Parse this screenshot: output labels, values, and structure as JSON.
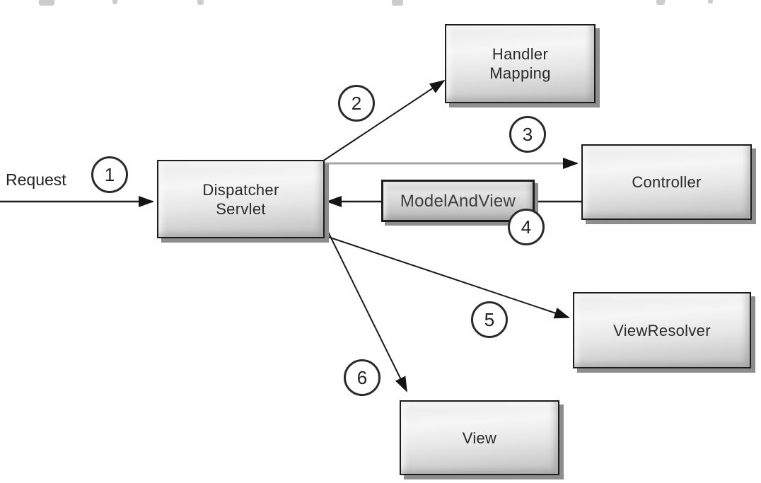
{
  "diagram": {
    "description": "Spring MVC DispatcherServlet request-processing flow diagram",
    "request_label": "Request",
    "nodes": [
      {
        "id": "dispatcher-servlet",
        "label": "Dispatcher\nServlet"
      },
      {
        "id": "handler-mapping",
        "label": "Handler\nMapping"
      },
      {
        "id": "controller",
        "label": "Controller"
      },
      {
        "id": "model-and-view",
        "label": "ModelAndView"
      },
      {
        "id": "view-resolver",
        "label": "ViewResolver"
      },
      {
        "id": "view",
        "label": "View"
      }
    ],
    "steps": [
      "1",
      "2",
      "3",
      "4",
      "5",
      "6"
    ],
    "edges": [
      {
        "step": "1",
        "from": "request",
        "to": "dispatcher-servlet"
      },
      {
        "step": "2",
        "from": "dispatcher-servlet",
        "to": "handler-mapping"
      },
      {
        "step": "3",
        "from": "dispatcher-servlet",
        "to": "controller"
      },
      {
        "step": "4",
        "from": "controller",
        "to": "dispatcher-servlet",
        "via": "model-and-view"
      },
      {
        "step": "5",
        "from": "dispatcher-servlet",
        "to": "view-resolver"
      },
      {
        "step": "6",
        "from": "dispatcher-servlet",
        "to": "view"
      }
    ],
    "colors": {
      "line": "#1a1a1a",
      "gray_line": "#a4a4a4",
      "box_border": "#1c1c1c",
      "box_shadow": "#8d8d8d",
      "box_fill_light": "#f6f6f6",
      "box_fill_dark": "#bdbdbd",
      "background": "#ffffff"
    }
  }
}
